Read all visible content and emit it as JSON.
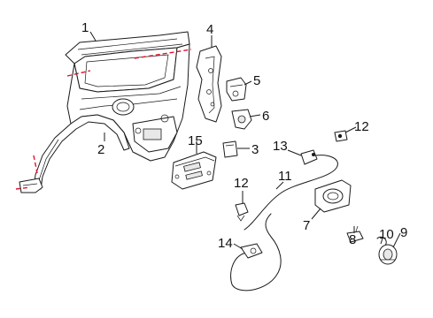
{
  "callouts": [
    {
      "id": "c1",
      "label": "1"
    },
    {
      "id": "c2",
      "label": "2"
    },
    {
      "id": "c3",
      "label": "3"
    },
    {
      "id": "c4",
      "label": "4"
    },
    {
      "id": "c5",
      "label": "5"
    },
    {
      "id": "c6",
      "label": "6"
    },
    {
      "id": "c7",
      "label": "7"
    },
    {
      "id": "c8",
      "label": "8"
    },
    {
      "id": "c9",
      "label": "9"
    },
    {
      "id": "c10",
      "label": "10"
    },
    {
      "id": "c11",
      "label": "11"
    },
    {
      "id": "c12a",
      "label": "12"
    },
    {
      "id": "c12b",
      "label": "12"
    },
    {
      "id": "c13",
      "label": "13"
    },
    {
      "id": "c14",
      "label": "14"
    },
    {
      "id": "c15",
      "label": "15"
    }
  ],
  "colors": {
    "line": "#1a1a1a",
    "cut_line": "#e0102a",
    "background": "#ffffff"
  }
}
